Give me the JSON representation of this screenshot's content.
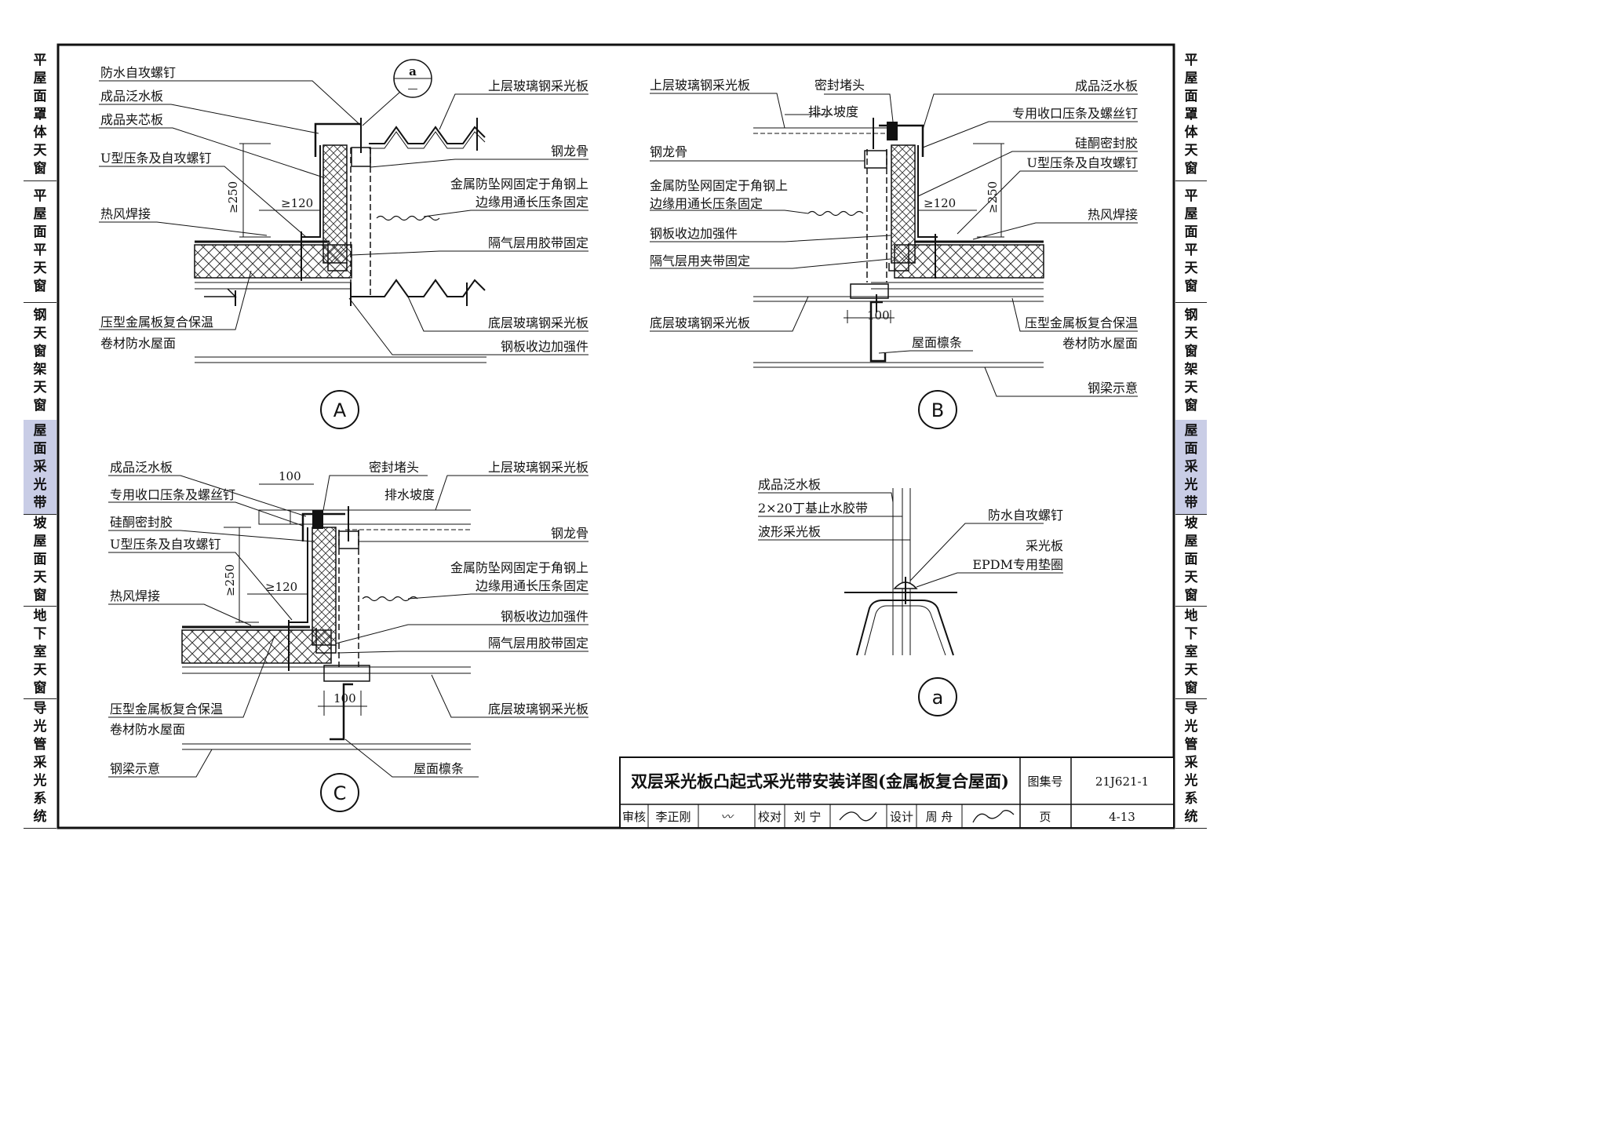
{
  "side_tabs": [
    {
      "label": "平屋面罩体天窗",
      "active": false
    },
    {
      "label": "平屋面平天窗",
      "active": false
    },
    {
      "label": "钢天窗架天窗",
      "active": false
    },
    {
      "label": "屋面采光带",
      "active": true
    },
    {
      "label": "坡屋面天窗",
      "active": false
    },
    {
      "label": "地下室天窗",
      "active": false
    },
    {
      "label": "导光管采光系统",
      "active": false
    }
  ],
  "detail_a": {
    "badge": "A",
    "callout_top": "a",
    "callout_bottom": "—",
    "labels": {
      "screw": "防水自攻螺钉",
      "flashing": "成品泛水板",
      "sandwich": "成品夹芯板",
      "u_strip": "U型压条及自攻螺钉",
      "weld": "热风焊接",
      "upper_panel": "上层玻璃钢采光板",
      "keel": "钢龙骨",
      "net_1": "金属防坠网固定于角钢上",
      "net_2": "边缘用通长压条固定",
      "vapor": "隔气层用胶带固定",
      "bottom_panel": "底层玻璃钢采光板",
      "edge": "钢板收边加强件",
      "roof_1": "压型金属板复合保温",
      "roof_2": "卷材防水屋面"
    },
    "dims": {
      "h": "≥250",
      "w": "≥120"
    }
  },
  "detail_b": {
    "badge": "B",
    "labels": {
      "upper_panel": "上层玻璃钢采光板",
      "seal": "密封堵头",
      "slope": "排水坡度",
      "flashing": "成品泛水板",
      "closing": "专用收口压条及螺丝钉",
      "keel": "钢龙骨",
      "silicone": "硅酮密封胶",
      "u_strip": "U型压条及自攻螺钉",
      "net_1": "金属防坠网固定于角钢上",
      "net_2": "边缘用通长压条固定",
      "weld": "热风焊接",
      "edge": "钢板收边加强件",
      "vapor": "隔气层用夹带固定",
      "bottom_panel": "底层玻璃钢采光板",
      "roof_1": "压型金属板复合保温",
      "roof_2": "卷材防水屋面",
      "purlin": "屋面檩条",
      "beam": "钢梁示意"
    },
    "dims": {
      "h": "≥250",
      "w": "≥120",
      "p": "100"
    }
  },
  "detail_c": {
    "badge": "C",
    "labels": {
      "flashing": "成品泛水板",
      "seal": "密封堵头",
      "upper_panel": "上层玻璃钢采光板",
      "closing": "专用收口压条及螺丝钉",
      "slope": "排水坡度",
      "silicone": "硅酮密封胶",
      "keel": "钢龙骨",
      "u_strip": "U型压条及自攻螺钉",
      "net_1": "金属防坠网固定于角钢上",
      "net_2": "边缘用通长压条固定",
      "weld": "热风焊接",
      "edge": "钢板收边加强件",
      "vapor": "隔气层用胶带固定",
      "roof_1": "压型金属板复合保温",
      "roof_2": "卷材防水屋面",
      "bottom_panel": "底层玻璃钢采光板",
      "beam": "钢梁示意",
      "purlin": "屋面檩条"
    },
    "dims": {
      "top": "100",
      "h": "≥250",
      "w": "≥120",
      "p": "100"
    }
  },
  "detail_small": {
    "badge": "a",
    "labels": {
      "flashing": "成品泛水板",
      "tape": "2×20丁基止水胶带",
      "wave": "波形采光板",
      "screw": "防水自攻螺钉",
      "panel": "采光板",
      "washer": "EPDM专用垫圈"
    }
  },
  "title_block": {
    "title": "双层采光板凸起式采光带安装详图(金属板复合屋面)",
    "atlas_label": "图集号",
    "atlas_no": "21J621-1",
    "review_label": "审核",
    "reviewer": "李正刚",
    "check_label": "校对",
    "checker": "刘 宁",
    "design_label": "设计",
    "designer": "周 舟",
    "page_label": "页",
    "page_no": "4-13"
  }
}
